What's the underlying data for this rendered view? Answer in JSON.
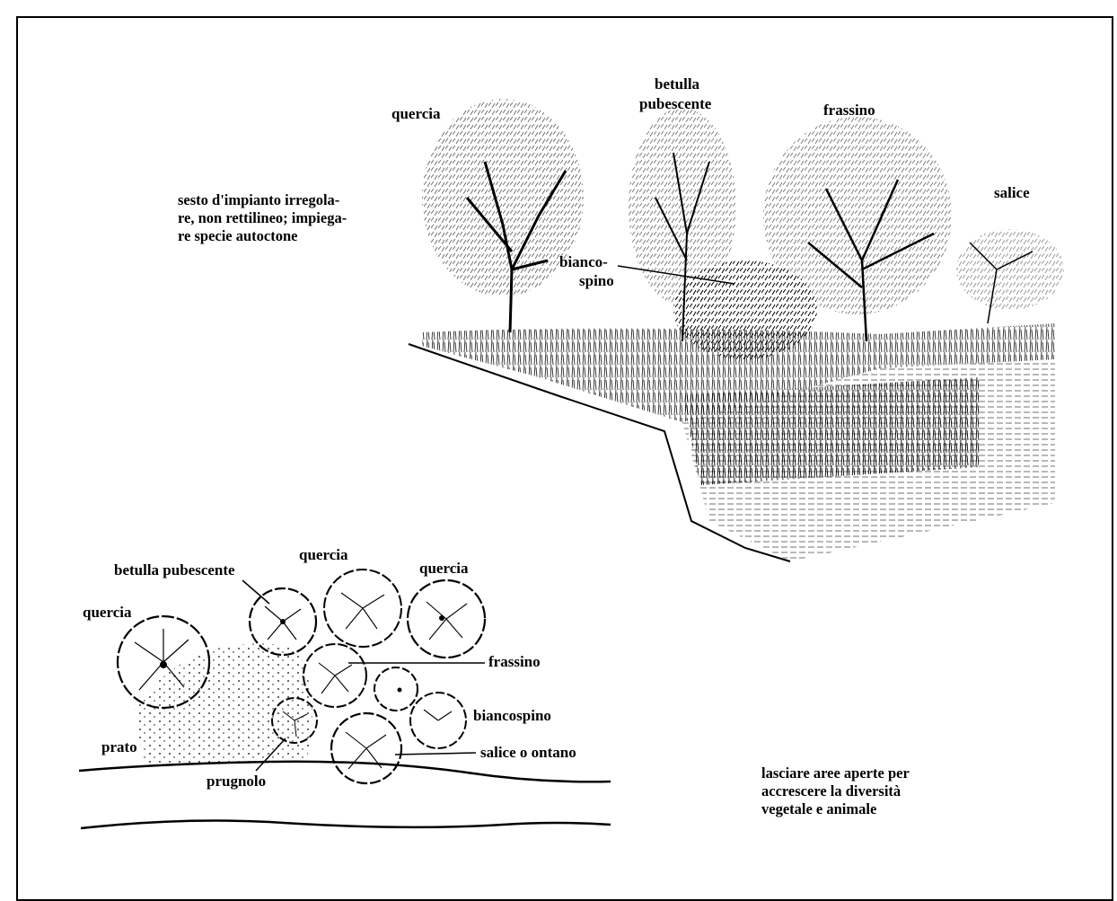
{
  "sketch": {
    "notes": {
      "layout": "sesto d'impianto irregolare, non rettilineo; impiegare specie autoctone",
      "line1": "sesto d'impianto irregola-",
      "line2": "re, non rettilineo; impiega-",
      "line3": "re specie autoctone"
    },
    "labels": {
      "quercia": "quercia",
      "betulla_line1": "betulla",
      "betulla_line2": "pubescente",
      "frassino": "frassino",
      "salice": "salice",
      "biancospino_line1": "bianco-",
      "biancospino_line2": "spino"
    }
  },
  "plan": {
    "labels": {
      "betulla_pubescente": "betulla pubescente",
      "quercia_center": "quercia",
      "quercia_right": "quercia",
      "quercia_left": "quercia",
      "frassino": "frassino",
      "biancospino": "biancospino",
      "salice_o_ontano": "salice o ontano",
      "prato": "prato",
      "prugnolo": "prugnolo"
    },
    "note": {
      "text": "lasciare aree aperte per accrescere la diversità vegetale e animale",
      "line1": "lasciare aree aperte per",
      "line2": "accrescere la diversità",
      "line3": "vegetale e animale"
    }
  }
}
